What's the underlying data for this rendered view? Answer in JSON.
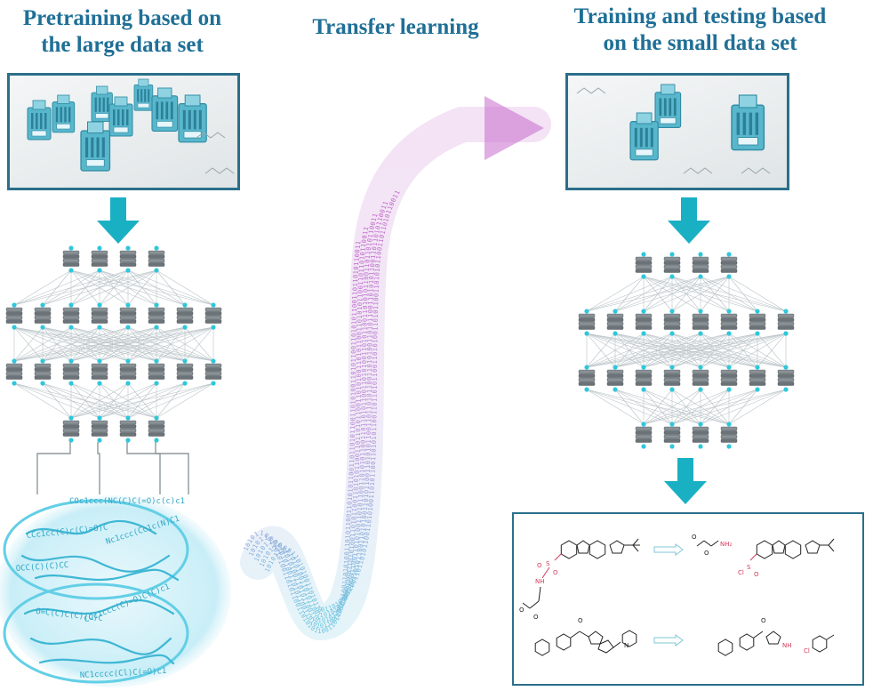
{
  "titles": {
    "pretraining_line1": "Pretraining based on",
    "pretraining_line2": "the large data set",
    "transfer": "Transfer learning",
    "training_line1": "Training and testing based",
    "training_line2": "on the small data set"
  },
  "brain_smiles": [
    "COc1ccc(NC(C)C(=O)c(c)c1",
    "CCc1cc(C)c(C)=O)C",
    "Nc1ccc(Cc1c(N)C1",
    "OCC(C)(C)CC",
    "CCc1ccc(C)=O)C(C)c1",
    "O=C(C)C(C)(O)C",
    "NC1cccc(Cl)C(=O)c1"
  ],
  "binary_stream": "1010110011010100110101100110101011001101",
  "colors": {
    "title": "#1f6f96",
    "arrow": "#1ab0c4",
    "frame": "#2b6f8a",
    "node": "#2ec7dc",
    "brain": "#63cfe6",
    "stream_top": "#c05fc7",
    "stream_bottom": "#66c4de",
    "heteroatom": "#d23a5a"
  }
}
